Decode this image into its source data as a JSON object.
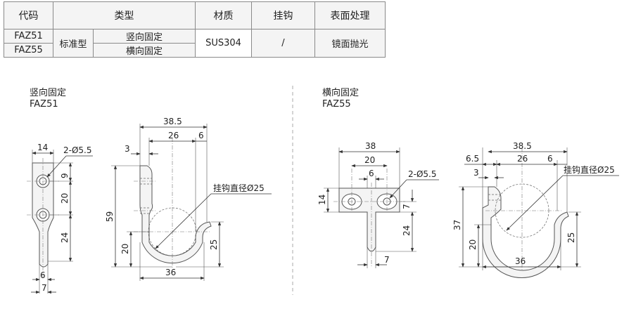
{
  "table": {
    "headers": {
      "code": "代码",
      "type": "类型",
      "material": "材质",
      "hook": "挂钩",
      "surface": "表面处理"
    },
    "rows": [
      {
        "code": "FAZ51",
        "subtype": "竖向固定"
      },
      {
        "code": "FAZ55",
        "subtype": "横向固定"
      }
    ],
    "type_group": "标准型",
    "material": "SUS304",
    "hook": "/",
    "surface": "镜面抛光"
  },
  "left_drawing": {
    "caption_type": "竖向固定",
    "caption_code": "FAZ51",
    "front_dims": {
      "width": "14",
      "holes": "2-Ø5.5",
      "top_offset": "9",
      "hole_pitch": "20",
      "tail_length": "24",
      "tail_width": "6",
      "bottom_width": "7"
    },
    "side_dims": {
      "overall_width": "38.5",
      "hook_span": "26",
      "tip": "6",
      "thickness": "3",
      "height": "59",
      "lower": "20",
      "right_height": "25",
      "bottom_width": "36",
      "diameter": "挂钩直径Ø25"
    }
  },
  "right_drawing": {
    "caption_type": "横向固定",
    "caption_code": "FAZ55",
    "front_dims": {
      "width": "38",
      "hole_pitch": "20",
      "center": "6",
      "holes": "2-Ø5.5",
      "height": "14",
      "right_offset": "7",
      "tail_length": "24",
      "bottom_width": "7"
    },
    "side_dims": {
      "overall_width": "38.5",
      "offset": "6.5",
      "thickness": "3",
      "hook_span": "26",
      "tip": "6",
      "diameter": "挂钩直径Ø25",
      "height": "37",
      "lower": "20",
      "right_height": "25",
      "bottom_width": "36"
    }
  }
}
